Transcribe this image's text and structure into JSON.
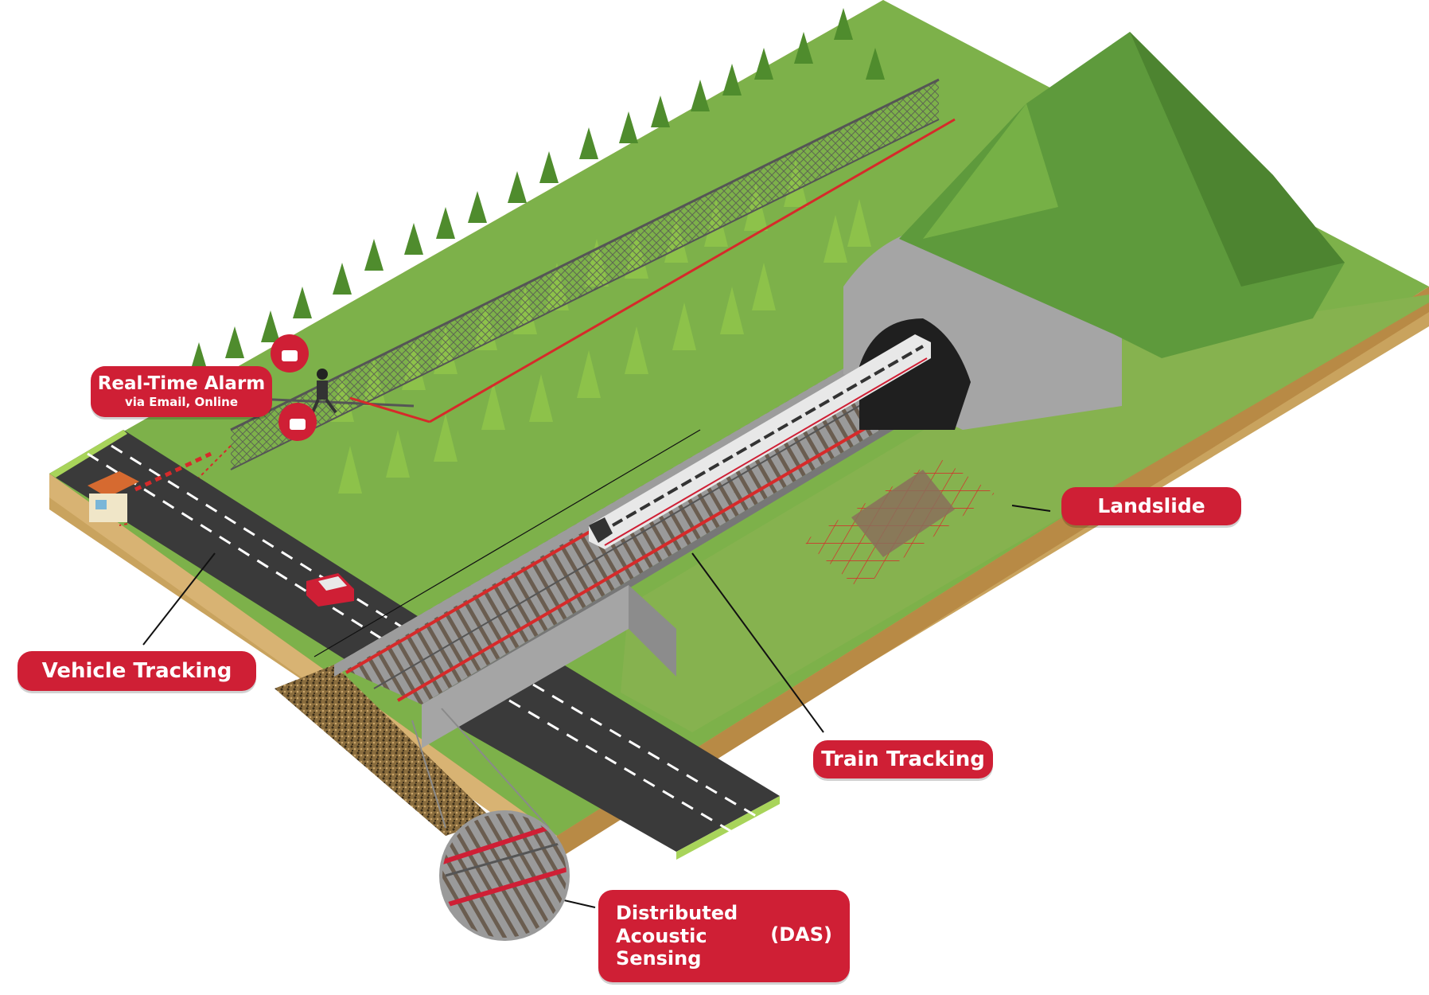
{
  "labels": {
    "alarm_title": "Real-Time Alarm",
    "alarm_sub": "via Email, Online",
    "vehicle": "Vehicle Tracking",
    "train": "Train Tracking",
    "landslide": "Landslide",
    "das_line1": "Distributed",
    "das_line2": "Acoustic",
    "das_line3": "Sensing",
    "das_abbr": "(DAS)"
  },
  "colors": {
    "label_bg": "#cf1f35",
    "grass": "#7db14a",
    "grass_light": "#a8d45a",
    "mountain": "#5e9a3c",
    "rail_red": "#d62a2a",
    "road": "#3a3a3a",
    "tunnel": "#a5a5a5"
  },
  "icons": [
    "alarm-beacon-icon",
    "car-icon",
    "train-icon",
    "guard-booth-icon",
    "intruder-icon"
  ]
}
